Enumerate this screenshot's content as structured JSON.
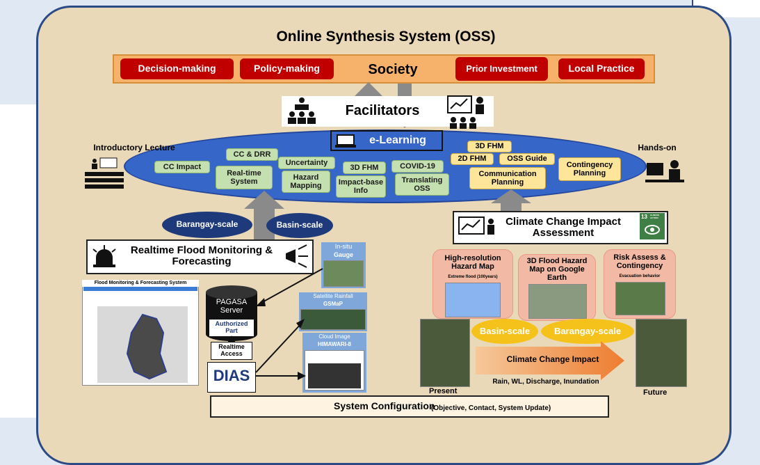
{
  "title": "Online Synthesis System (OSS)",
  "society_row": {
    "decision_making": "Decision-making",
    "policy_making": "Policy-making",
    "society": "Society",
    "prior_investment": "Prior Investment",
    "local_practice": "Local Practice"
  },
  "facilitators": "Facilitators",
  "elearning": {
    "title": "e-Learning",
    "intro_lecture": "Introductory Lecture",
    "hands_on": "Hands-on",
    "cc_impact": "CC Impact",
    "cc_drr": "CC & DRR",
    "realtime_system": "Real-time System",
    "uncertainty": "Uncertainty",
    "hazard_mapping": "Hazard Mapping",
    "fhm_3d_green": "3D FHM",
    "impact_base_info": "Impact-base Info",
    "covid19": "COVID-19",
    "translating_oss": "Translating OSS",
    "fhm_3d_yellow": "3D FHM",
    "fhm_2d": "2D FHM",
    "oss_guide": "OSS Guide",
    "communication_planning": "Communication Planning",
    "contingency_planning": "Contingency Planning"
  },
  "scales_top": {
    "barangay": "Barangay-scale",
    "basin": "Basin-scale"
  },
  "realtime": {
    "title": "Realtime Flood Monitoring & Forecasting",
    "monitor_title": "Flood Monitoring & Forecasting System",
    "pagasa": "PAGASA Server",
    "authorized": "Authorized Part",
    "realtime_access": "Realtime Access",
    "dias": "DIAS",
    "insitu": "In-situ",
    "gauge": "Gauge",
    "sat_rainfall": "Satellite Rainfall",
    "gsmap": "GSMaP",
    "cloud_image": "Cloud Image",
    "himawari": "HIMAWARI-8"
  },
  "climate": {
    "title": "Climate Change Impact Assessment",
    "hr_hazard": "High-resolution Hazard Map",
    "extreme_flood": "Extreme flood (100years)",
    "fhm_google": "3D Flood Hazard Map on Google Earth",
    "risk_assess": "Risk Assess & Contingency",
    "evac": "Evacuation behavior",
    "basin_scale": "Basin-scale",
    "barangay_scale": "Barangay-scale",
    "cc_impact_arrow": "Climate Change Impact",
    "variables": "Rain, WL, Discharge, Inundation",
    "present": "Present",
    "future": "Future",
    "sdg_num": "13",
    "sdg_text": "CLIMATE ACTION"
  },
  "system_config": {
    "label": "System Configuration",
    "detail": "(Objective, Contact, System Update)"
  }
}
